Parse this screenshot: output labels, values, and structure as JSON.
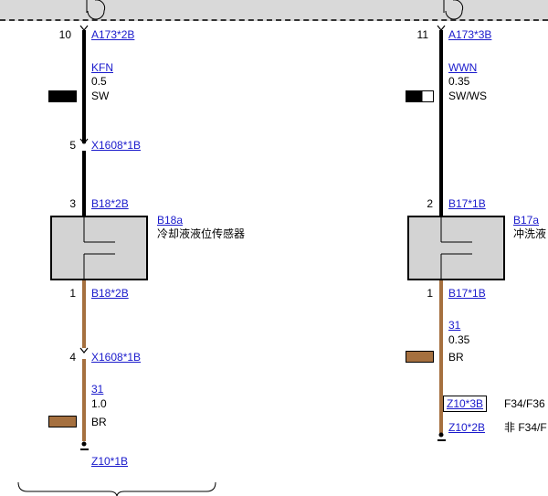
{
  "colors": {
    "wire_black": "#000000",
    "wire_brown": "#a5703f",
    "link_blue": "#1a1acc",
    "component_gray": "#d3d3d3",
    "band_gray": "#d9d9d9"
  },
  "left_circuit": {
    "top_connector": {
      "pin": "10",
      "label": "A173*2B"
    },
    "upper_wire": {
      "code": "KFN",
      "gauge": "0.5",
      "color": "SW"
    },
    "inline_connector": {
      "pin": "5",
      "label": "X1608*1B"
    },
    "sensor_connector_top": {
      "pin": "3",
      "label": "B18*2B"
    },
    "sensor": {
      "code": "B18a",
      "name": "冷却液液位传感器"
    },
    "sensor_connector_bottom": {
      "pin": "1",
      "label": "B18*2B"
    },
    "lower_connector": {
      "pin": "4",
      "label": "X1608*1B"
    },
    "lower_wire": {
      "code": "31",
      "gauge": "1.0",
      "color": "BR"
    },
    "ground": {
      "label": "Z10*1B"
    }
  },
  "right_circuit": {
    "top_connector": {
      "pin": "11",
      "label": "A173*3B"
    },
    "upper_wire": {
      "code": "WWN",
      "gauge": "0.35",
      "color": "SW/WS"
    },
    "sensor_connector_top": {
      "pin": "2",
      "label": "B17*1B"
    },
    "sensor": {
      "code": "B17a",
      "name": "冲洗液"
    },
    "sensor_connector_bottom": {
      "pin": "1",
      "label": "B17*1B"
    },
    "lower_wire": {
      "code": "31",
      "gauge": "0.35",
      "color": "BR"
    },
    "option_1": {
      "label": "Z10*3B",
      "note": "F34/F36"
    },
    "option_2": {
      "label": "Z10*2B",
      "note": "非 F34/F"
    }
  }
}
